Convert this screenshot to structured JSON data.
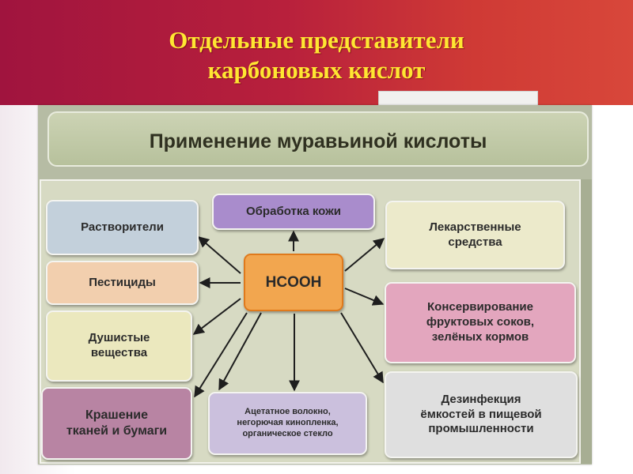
{
  "slide": {
    "title_line1": "Отдельные представители",
    "title_line2": "карбоновых кислот",
    "colors": {
      "header": "#b8203c",
      "title": "#ffe632"
    }
  },
  "diagram": {
    "heading": "Применение муравьиной кислоты",
    "center": "HCOOH",
    "nodes": {
      "solvents": "Растворители",
      "pesticides": "Пестициды",
      "perfume": "Душистые\nвещества",
      "dyeing": "Крашение\nтканей и бумаги",
      "leather": "Обработка кожи",
      "acetate": "Ацетатное волокно,\nнегорючая кинопленка,\nорганическое стекло",
      "medicine": "Лекарственные\nсредства",
      "preserve": "Консервирование\nфруктовых соков,\nзелёных кормов",
      "disinfect": "Дезинфекция\nёмкостей в пищевой\nпромышленности"
    }
  }
}
